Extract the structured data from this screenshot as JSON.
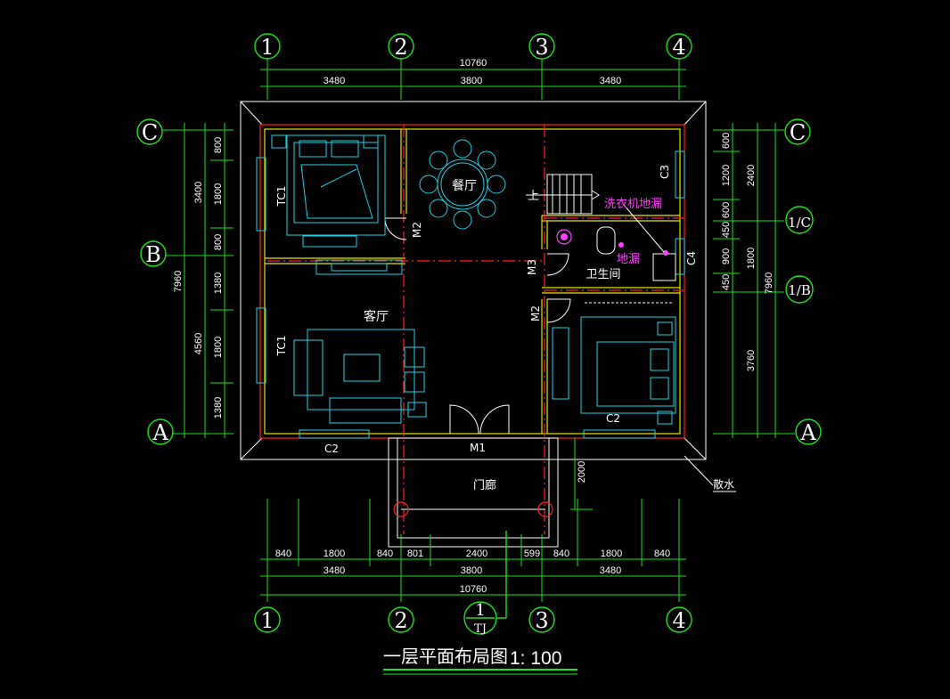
{
  "drawing": {
    "title": "一层平面布局图",
    "scale": "1: 100"
  },
  "axes": {
    "top_1": "1",
    "top_2": "2",
    "top_3": "3",
    "top_4": "4",
    "bot_1": "1",
    "bot_2": "2",
    "bot_3": "3",
    "bot_4": "4",
    "left_C": "C",
    "left_B": "B",
    "left_A": "A",
    "right_C": "C",
    "right_1C": "1/C",
    "right_1B": "1/B",
    "right_A": "A",
    "tj_num": "1",
    "tj_label": "TJ"
  },
  "dimensions": {
    "top_total": "10760",
    "top_seg": [
      "3480",
      "3800",
      "3480"
    ],
    "bot_detail": [
      "840",
      "1800",
      "840",
      "801",
      "2400",
      "599",
      "840",
      "1800",
      "840"
    ],
    "bot_seg": [
      "3480",
      "3800",
      "3480"
    ],
    "bot_total": "10760",
    "left_total": "7960",
    "left_mid": [
      "3400",
      "4560"
    ],
    "left_inner": [
      "800",
      "1800",
      "800",
      "1380",
      "1800",
      "1380"
    ],
    "right_inner": [
      "600",
      "1200",
      "600",
      "450",
      "900",
      "450"
    ],
    "right_mid": [
      "2400",
      "1800",
      "3760"
    ],
    "right_total": "7960",
    "porch_depth": "2000"
  },
  "labels": {
    "dining": "餐厅",
    "living": "客厅",
    "bathroom": "卫生间",
    "porch": "门廊",
    "washer": "洗衣机地漏",
    "drain": "地漏",
    "stairs_up": "上",
    "apron": "散水",
    "tc1_a": "TC1",
    "tc1_b": "TC1",
    "c2_a": "C2",
    "c2_b": "C2",
    "c3": "C3",
    "c4": "C4",
    "m1": "M1",
    "m2_a": "M2",
    "m2_b": "M2",
    "m3": "M3"
  }
}
